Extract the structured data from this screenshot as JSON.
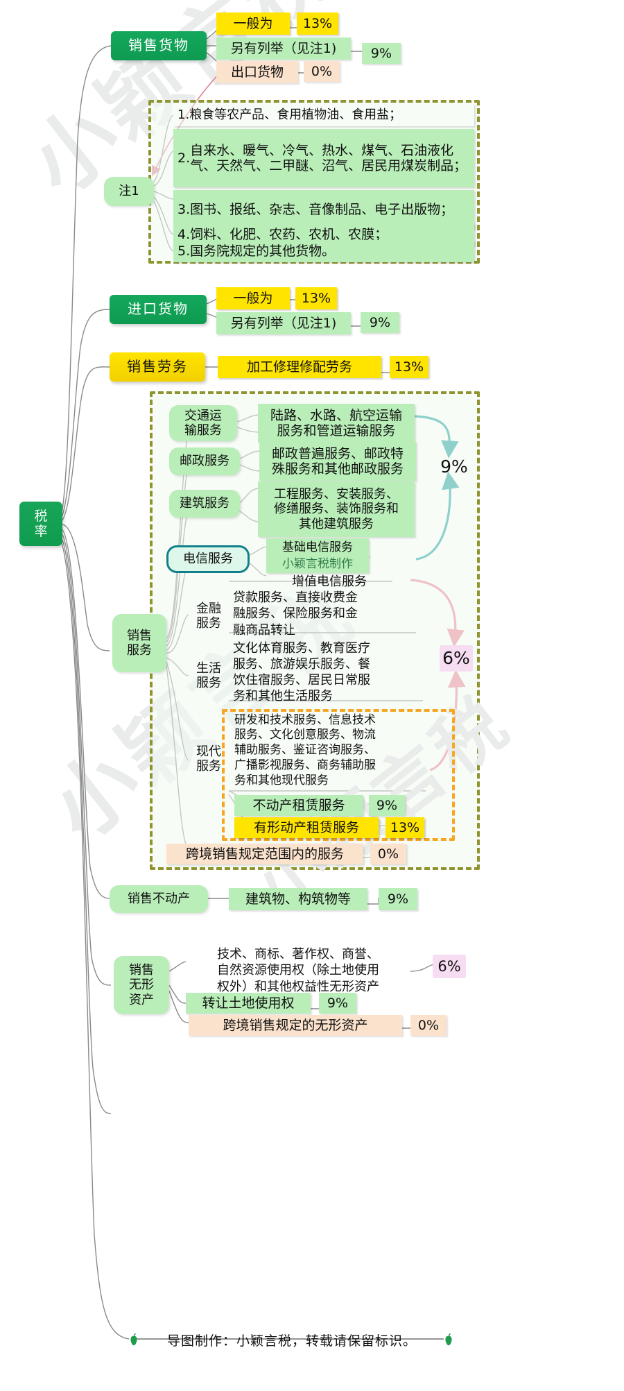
{
  "title": "增值税税率思维导图",
  "root": {
    "label": "税\n率"
  },
  "colors": {
    "green": "#0f9c4e",
    "yellow": "#ffe400",
    "light_green": "#b9eeb9",
    "peach": "#fbe2cd",
    "pink": "#f7ddf1",
    "olive_dash": "#8f9430",
    "orange_dash": "#f5a623",
    "teal": "#12808c",
    "pink_arrow": "#e8758c"
  },
  "watermark": {
    "text": "小颖言税"
  },
  "branches": {
    "sell_goods": {
      "label": "销售货物",
      "items": [
        {
          "label": "一般为",
          "rate": "13%",
          "style": "yellow"
        },
        {
          "label": "另有列举（见注1)",
          "rate": "9%",
          "style": "light-green"
        },
        {
          "label": "出口货物",
          "rate": "0%",
          "style": "peach"
        }
      ]
    },
    "note1": {
      "label": "注1",
      "items": [
        {
          "num": "1.",
          "text": "粮食等农产品、食用植物油、食用盐；"
        },
        {
          "num": "2.",
          "text": "自来水、暖气、冷气、热水、煤气、石油液化气、天然气、二甲醚、沼气、居民用煤炭制品；"
        },
        {
          "num": "3.",
          "text": "图书、报纸、杂志、音像制品、电子出版物；"
        },
        {
          "num": "4.",
          "text": "饲料、化肥、农药、农机、农膜；"
        },
        {
          "num": "5.",
          "text": "国务院规定的其他货物。"
        }
      ]
    },
    "import_goods": {
      "label": "进口货物",
      "items": [
        {
          "label": "一般为",
          "rate": "13%",
          "style": "yellow"
        },
        {
          "label": "另有列举（见注1)",
          "rate": "9%",
          "style": "light-green"
        }
      ]
    },
    "sell_labor": {
      "label": "销售劳务",
      "items": [
        {
          "label": "加工修理修配劳务",
          "rate": "13%",
          "style": "yellow"
        }
      ]
    },
    "sell_services": {
      "label": "销售\n服务",
      "rate_9": "9%",
      "rate_6": "6%",
      "items": [
        {
          "name": "交通运\n输服务",
          "desc": "陆路、水路、航空运输\n服务和管道运输服务",
          "style": "boxed"
        },
        {
          "name": "邮政服务",
          "desc": "邮政普遍服务、邮政特\n殊服务和其他邮政服务",
          "style": "boxed"
        },
        {
          "name": "建筑服务",
          "desc": "工程服务、安装服务、\n修缮服务、装饰服务和\n其他建筑服务",
          "style": "boxed"
        },
        {
          "name": "电信服务",
          "desc_basic": "基础电信服务",
          "desc_watermark": "小颖言税制作",
          "desc_value_added": "增值电信服务",
          "style": "telecom"
        },
        {
          "name": "金融\n服务",
          "desc": "贷款服务、直接收费金\n融服务、保险服务和金\n融商品转让",
          "style": "plain"
        },
        {
          "name": "生活\n服务",
          "desc": "文化体育服务、教育医疗\n服务、旅游娱乐服务、餐\n饮住宿服务、居民日常服\n务和其他生活服务",
          "style": "plain"
        },
        {
          "name": "现代\n服务",
          "desc": "研发和技术服务、信息技术\n服务、文化创意服务、物流\n辅助服务、鉴证咨询服务、\n广播影视服务、商务辅助服\n务和其他现代服务",
          "style": "plain"
        }
      ],
      "rental": [
        {
          "label": "不动产租赁服务",
          "rate": "9%",
          "style": "light-green"
        },
        {
          "label": "有形动产租赁服务",
          "rate": "13%",
          "style": "yellow"
        }
      ],
      "cross_border": {
        "label": "跨境销售规定范围内的服务",
        "rate": "0%",
        "style": "peach"
      }
    },
    "sell_realestate": {
      "label": "销售不动产",
      "items": [
        {
          "label": "建筑物、构筑物等",
          "rate": "9%",
          "style": "light-green"
        }
      ]
    },
    "sell_intangible": {
      "label": "销售\n无形\n资产",
      "items": [
        {
          "label": "技术、商标、著作权、商誉、\n自然资源使用权（除土地使用\n权外）和其他权益性无形资产",
          "rate": "6%",
          "style": "plain-pink"
        },
        {
          "label": "转让土地使用权",
          "rate": "9%",
          "style": "light-green"
        },
        {
          "label": "跨境销售规定的无形资产",
          "rate": "0%",
          "style": "peach"
        }
      ]
    }
  },
  "footer": {
    "text": "导图制作：小颖言税，转载请保留标识。"
  }
}
